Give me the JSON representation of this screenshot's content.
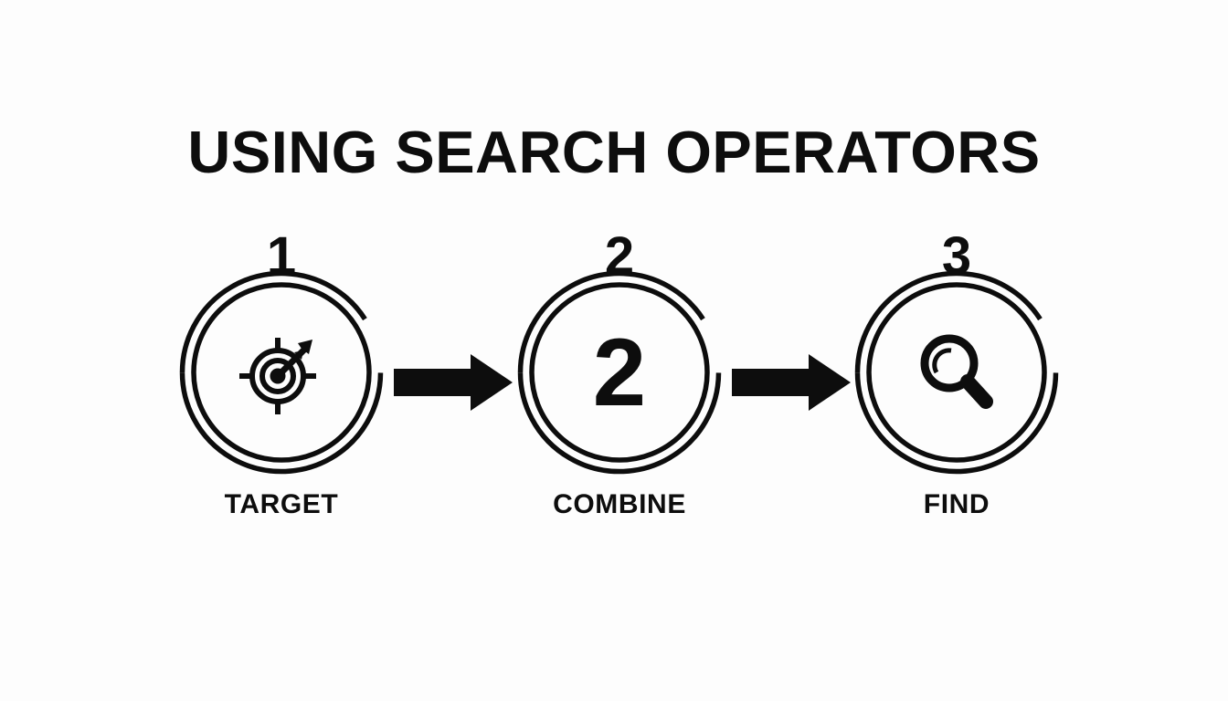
{
  "page": {
    "title": "USING SEARCH OPERATORS",
    "background_color": "#fdfdfd",
    "ink_color": "#0d0d0d"
  },
  "steps": [
    {
      "number": "1",
      "label": "TARGET",
      "icon": "target-arrow-icon",
      "center_glyph": ""
    },
    {
      "number": "2",
      "label": "COMBINE",
      "icon": "numeral-two-glyph",
      "center_glyph": "2"
    },
    {
      "number": "3",
      "label": "FIND",
      "icon": "magnifier-icon",
      "center_glyph": ""
    }
  ],
  "connectors": [
    {
      "name": "arrow-step1-to-step2",
      "direction": "right"
    },
    {
      "name": "arrow-step2-to-step3",
      "direction": "right"
    }
  ]
}
